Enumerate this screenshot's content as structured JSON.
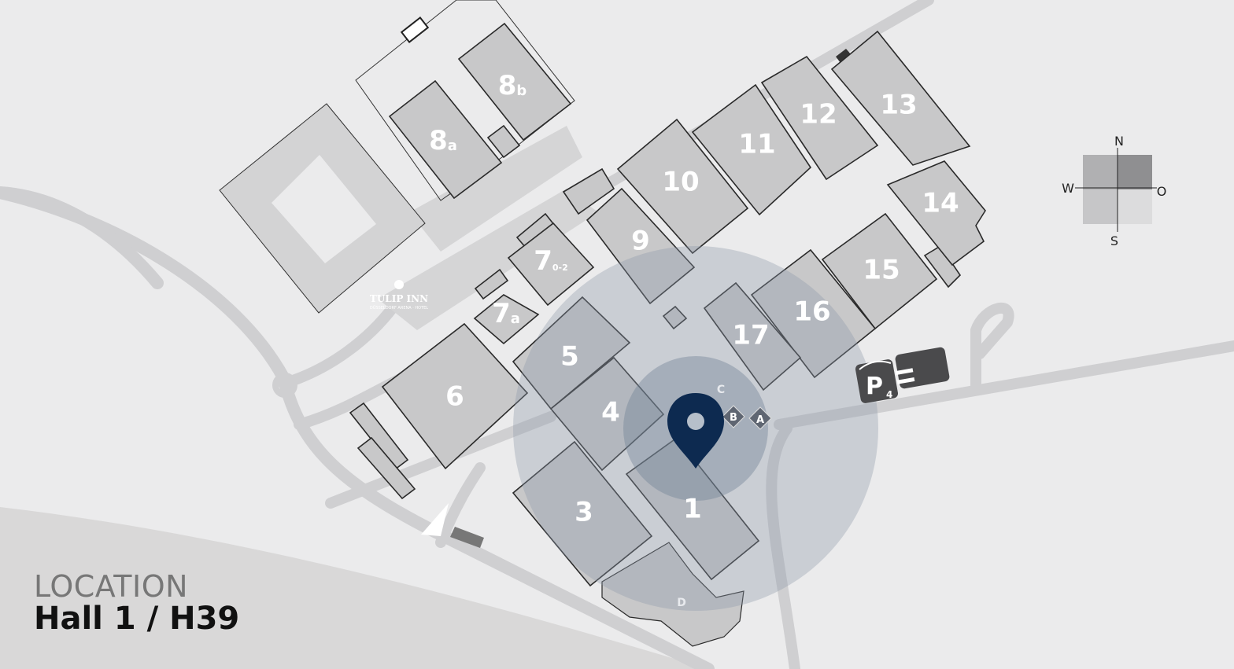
{
  "halls": {
    "h1": "1",
    "h3": "3",
    "h4": "4",
    "h5": "5",
    "h6": "6",
    "h7a": "7",
    "h7a_sub": "a",
    "h702": "7",
    "h702_sub": "0-2",
    "h8a": "8",
    "h8a_sub": "a",
    "h8b": "8",
    "h8b_sub": "b",
    "h9": "9",
    "h10": "10",
    "h11": "11",
    "h12": "12",
    "h13": "13",
    "h14": "14",
    "h15": "15",
    "h16": "16",
    "h17": "17"
  },
  "entrances": {
    "a": "A",
    "b": "B",
    "c": "C",
    "d": "D"
  },
  "hotel": {
    "name": "TULIP INN",
    "sub": "DÜSSELDORF ARENA · HOTEL"
  },
  "parking": {
    "label": "P",
    "sub": "4"
  },
  "compass": {
    "n": "N",
    "s": "S",
    "w": "W",
    "e": "O"
  },
  "location": {
    "heading": "LOCATION",
    "value": "Hall 1 / H39"
  },
  "colors": {
    "marker": "#0d2a50",
    "halo": "#8d99a8"
  }
}
